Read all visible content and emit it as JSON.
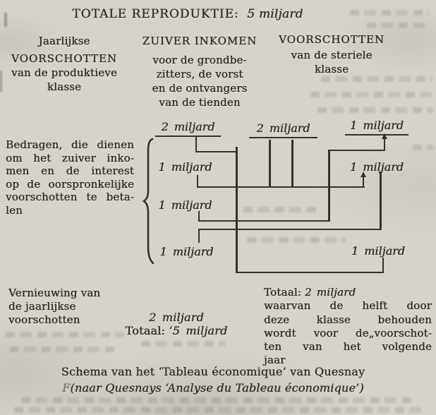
{
  "colors": {
    "paper": "#d5d3cb",
    "ink": "#2f2d29"
  },
  "title": {
    "roman": "TOTALE REPRODUKTIE:",
    "italic": "5 miljard"
  },
  "headers": {
    "left": [
      "Jaarlijkse",
      "VOORSCHOTTEN",
      "van de produktieve",
      "klasse"
    ],
    "middle": [
      "ZUIVER INKOMEN",
      "voor de grondbe-",
      "zitters, de vorst",
      "en de ontvangers",
      "van de tienden"
    ],
    "right": [
      "VOORSCHOTTEN",
      "van de steriele",
      "klasse"
    ]
  },
  "left_note": [
    "Bedragen, die dienen",
    "om het zuiver inko-",
    "men en de interest",
    "op de oorspronkelijke",
    "voorschotten te beta-",
    "len"
  ],
  "amounts": {
    "left_row1": "2 miljard",
    "middle_row1": "2 miljard",
    "right_row1": "1 miljard",
    "left_row2": "1 miljard",
    "right_row2": "1 miljard",
    "left_row3": "1 miljard",
    "left_row4": "1 miljard",
    "right_row4": "1 miljard"
  },
  "renewal_note": [
    "Vernieuwing van",
    "de jaarlijkse",
    "voorschotten"
  ],
  "bottom_middle": {
    "amount": "2 miljard",
    "total_label": "Totaal:",
    "total_value": "‘5 miljard"
  },
  "bottom_right": {
    "total_label": "Totaal:",
    "total_value": "2 miljard",
    "lines": [
      "waarvan de helft door",
      "deze klasse behouden",
      "wordt voor de„voorschot-",
      "ten van het volgende",
      "jaar"
    ]
  },
  "caption": {
    "line1": "Schema van het ‘Tableau économique’ van Quesnay",
    "artifact": "F",
    "line2": "(naar Quesnays ‘Analyse du Tableau économique’)"
  }
}
